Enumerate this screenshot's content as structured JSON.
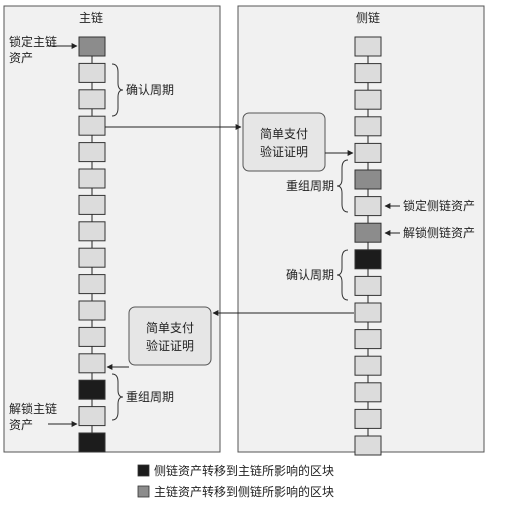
{
  "main_chain": {
    "title": "主链",
    "labels": {
      "lock_assets": [
        "锁定主链",
        "资产"
      ],
      "confirm_period": "确认周期",
      "reorg_period": "重组周期",
      "unlock_assets": [
        "解锁主链",
        "资产"
      ]
    }
  },
  "side_chain": {
    "title": "侧链",
    "labels": {
      "reorg_period": "重组周期",
      "lock_assets": "锁定侧链资产",
      "unlock_assets": "解锁侧链资产",
      "confirm_period": "确认周期"
    }
  },
  "spv_boxes": [
    {
      "lines": [
        "简单支付",
        "验证证明"
      ]
    },
    {
      "lines": [
        "简单支付",
        "验证证明"
      ]
    }
  ],
  "legend": [
    {
      "label": "侧链资产转移到主链所影响的区块",
      "color": "#1c1c1c"
    },
    {
      "label": "主链资产转移到侧链所影响的区块",
      "color": "#8c8c8c"
    }
  ],
  "colors": {
    "block_normal": "#dcdcdc",
    "block_dark": "#1c1c1c",
    "block_gray": "#8c8c8c",
    "panel_bg": "#f1f1f1",
    "spv_bg": "#e6e6e6",
    "line": "#222222"
  }
}
